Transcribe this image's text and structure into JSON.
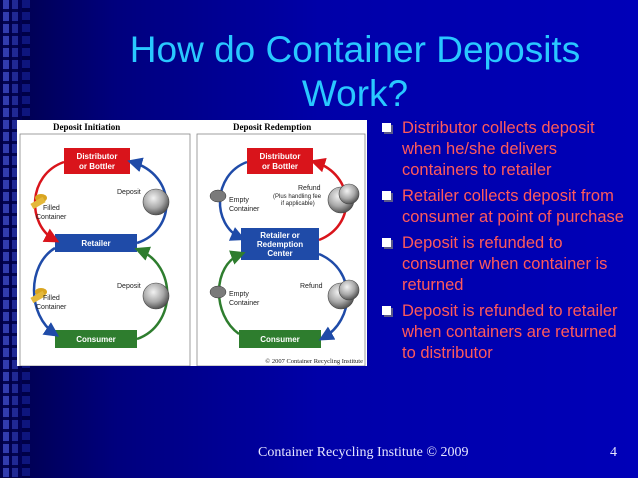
{
  "slide": {
    "title_line1": "How do Container Deposits",
    "title_line2": "Work?",
    "bullets": [
      "Distributor collects deposit when he/she delivers containers to retailer",
      "Retailer collects deposit from consumer at point of purchase",
      "Deposit is  refunded to consumer when container is returned",
      "Deposit is refunded to retailer when containers are returned to distributor"
    ],
    "footer": "Container Recycling Institute © 2009",
    "page_number": "4"
  },
  "diagram": {
    "left_panel": {
      "heading": "Deposit Initiation",
      "box_top_1": "Distributor",
      "box_top_2": "or Bottler",
      "box_mid": "Retailer",
      "box_bottom": "Consumer",
      "label_deposit_1": "Deposit",
      "label_deposit_2": "Deposit",
      "label_filled_1a": "Filled",
      "label_filled_1b": "Container",
      "label_filled_2a": "Filled",
      "label_filled_2b": "Container"
    },
    "right_panel": {
      "heading": "Deposit Redemption",
      "box_top_1": "Distributor",
      "box_top_2": "or Bottler",
      "box_mid_1": "Retailer or",
      "box_mid_2": "Redemption",
      "box_mid_3": "Center",
      "box_bottom": "Consumer",
      "label_refund_1": "Refund",
      "label_handling_1": "(Plus handling fee",
      "label_handling_2": "if applicable)",
      "label_refund_2": "Refund",
      "label_empty_1a": "Empty",
      "label_empty_1b": "Container",
      "label_empty_2a": "Empty",
      "label_empty_2b": "Container"
    },
    "copyright": "© 2007 Container Recycling Institute"
  },
  "colors": {
    "title": "#29c8ff",
    "bullet_text": "#ff5a5a",
    "box_red": "#d9141b",
    "box_blue": "#1f4ba8",
    "box_green": "#2e7d2e"
  }
}
